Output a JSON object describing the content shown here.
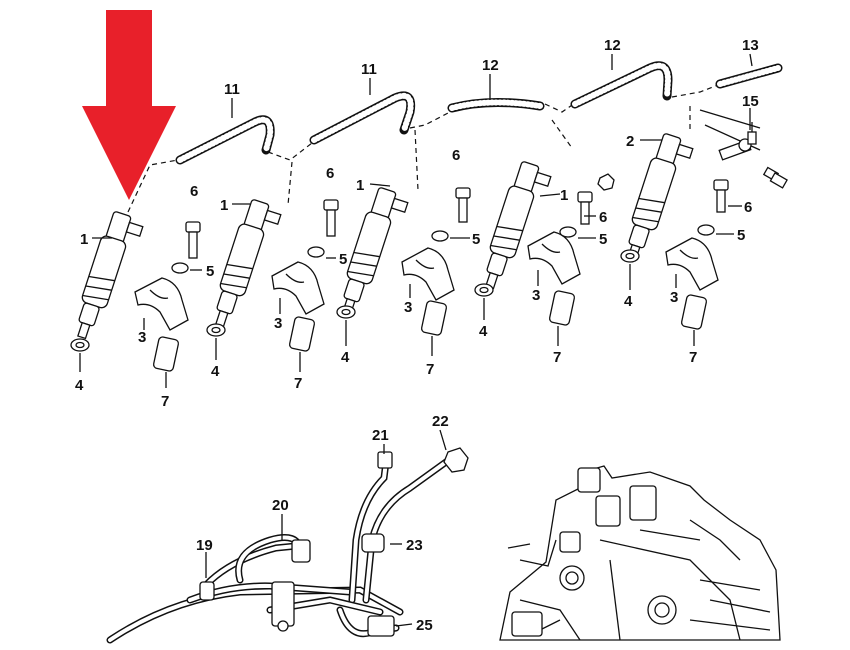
{
  "diagram": {
    "highlight_color": "#e8202a",
    "line_color": "#111111",
    "callouts": [
      {
        "id": "c1a",
        "text": "1"
      },
      {
        "id": "c1b",
        "text": "1"
      },
      {
        "id": "c1c",
        "text": "1"
      },
      {
        "id": "c1d",
        "text": "1"
      },
      {
        "id": "c2",
        "text": "2"
      },
      {
        "id": "c3a",
        "text": "3"
      },
      {
        "id": "c3b",
        "text": "3"
      },
      {
        "id": "c3c",
        "text": "3"
      },
      {
        "id": "c3d",
        "text": "3"
      },
      {
        "id": "c3e",
        "text": "3"
      },
      {
        "id": "c4a",
        "text": "4"
      },
      {
        "id": "c4b",
        "text": "4"
      },
      {
        "id": "c4c",
        "text": "4"
      },
      {
        "id": "c4d",
        "text": "4"
      },
      {
        "id": "c4e",
        "text": "4"
      },
      {
        "id": "c5a",
        "text": "5"
      },
      {
        "id": "c5b",
        "text": "5"
      },
      {
        "id": "c5c",
        "text": "5"
      },
      {
        "id": "c5d",
        "text": "5"
      },
      {
        "id": "c5e",
        "text": "5"
      },
      {
        "id": "c6a",
        "text": "6"
      },
      {
        "id": "c6b",
        "text": "6"
      },
      {
        "id": "c6c",
        "text": "6"
      },
      {
        "id": "c6d",
        "text": "6"
      },
      {
        "id": "c6e",
        "text": "6"
      },
      {
        "id": "c7a",
        "text": "7"
      },
      {
        "id": "c7b",
        "text": "7"
      },
      {
        "id": "c7c",
        "text": "7"
      },
      {
        "id": "c7d",
        "text": "7"
      },
      {
        "id": "c7e",
        "text": "7"
      },
      {
        "id": "c11a",
        "text": "11"
      },
      {
        "id": "c11b",
        "text": "11"
      },
      {
        "id": "c12a",
        "text": "12"
      },
      {
        "id": "c12b",
        "text": "12"
      },
      {
        "id": "c13",
        "text": "13"
      },
      {
        "id": "c15",
        "text": "15"
      },
      {
        "id": "c19",
        "text": "19"
      },
      {
        "id": "c20",
        "text": "20"
      },
      {
        "id": "c21",
        "text": "21"
      },
      {
        "id": "c22",
        "text": "22"
      },
      {
        "id": "c23",
        "text": "23"
      },
      {
        "id": "c25",
        "text": "25"
      }
    ]
  }
}
